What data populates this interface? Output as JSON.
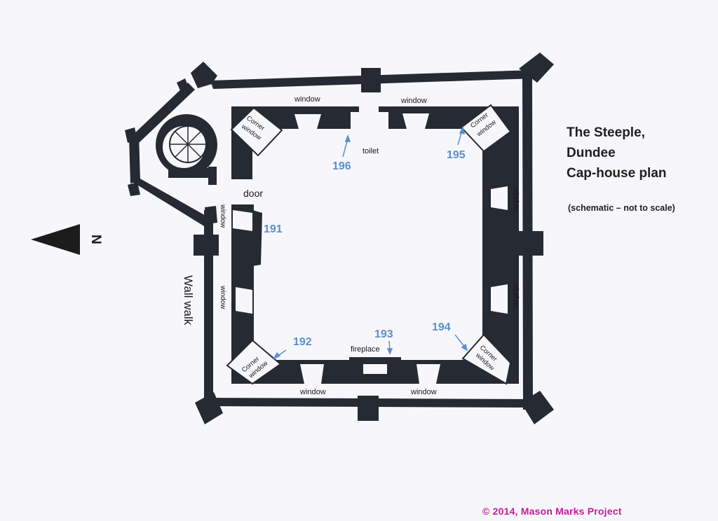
{
  "title_lines": [
    "The Steeple,",
    "Dundee",
    "Cap-house plan"
  ],
  "subtitle": "(schematic – not to scale)",
  "copyright": "© 2014, Mason Marks Project",
  "north_label": "N",
  "labels": {
    "window": "window",
    "corner_window": [
      "Corner",
      "window"
    ],
    "toilet": "toilet",
    "door": "door",
    "fireplace": "fireplace",
    "wall_walk": "Wall walk"
  },
  "marks": [
    "191",
    "192",
    "193",
    "194",
    "195",
    "196"
  ],
  "colors": {
    "wall": "#252a33",
    "mark_number": "#5b8fd0",
    "copyright": "#c21c9a",
    "paper": "#f7f7fb"
  },
  "icons": {
    "north_arrow": "triangle-left-arrow",
    "stair": "spiral-stair-icon"
  }
}
